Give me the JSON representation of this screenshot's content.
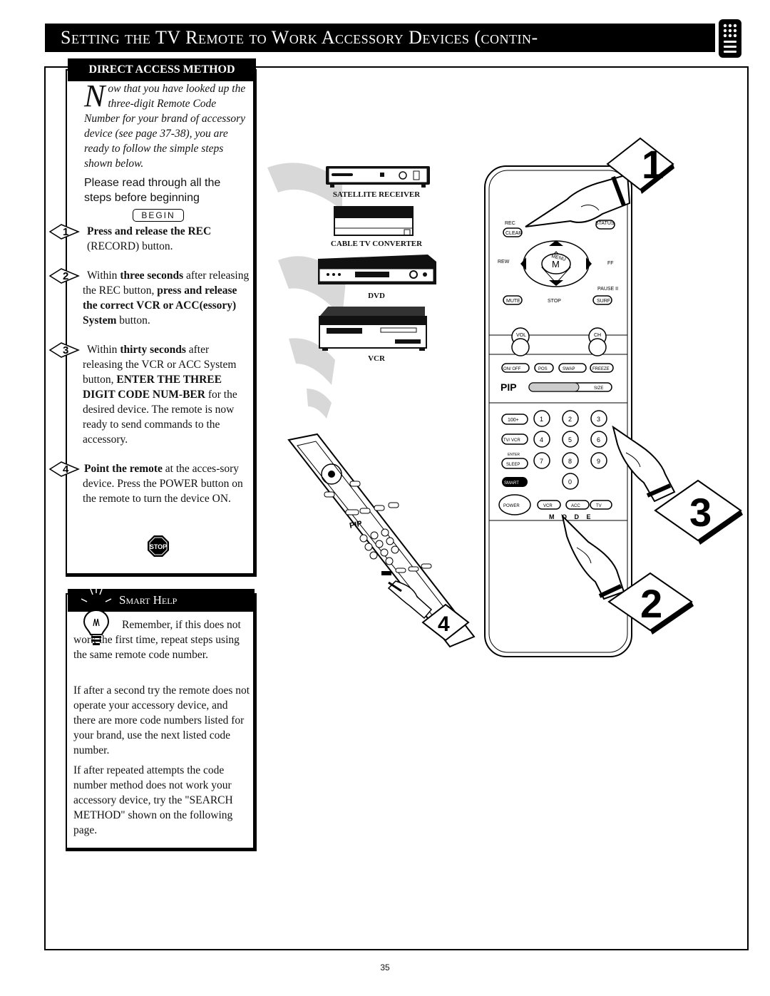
{
  "header": {
    "title": "Setting the TV Remote to Work Accessory Devices (contin-"
  },
  "direct_access": {
    "heading": "DIRECT ACCESS METHOD",
    "intro_cap": "N",
    "intro_rest": "ow that you have looked up the three-digit Remote Code Number for your brand of accessory device (see page 37-38), you are ready to follow the simple steps shown below.",
    "read_note": "Please read through all the steps before beginning",
    "begin_label": "BEGIN",
    "stop_label": "STOP"
  },
  "steps": [
    {
      "num": "1",
      "b1": "Press and release the REC",
      "t1": " (RECORD) button."
    },
    {
      "num": "2",
      "t0": "Within ",
      "b1": "three seconds",
      "t1": " after releasing the REC button, ",
      "b2": "press and release the correct VCR or ACC(essory) System",
      "t2": " button."
    },
    {
      "num": "3",
      "t0": "Within ",
      "b1": "thirty seconds",
      "t1": " after releasing the VCR or ACC System button, ",
      "b2": "ENTER THE THREE DIGIT CODE NUM-BER",
      "t2": " for the desired device. The remote is now ready to send commands to the accessory."
    },
    {
      "num": "4",
      "b1": "Point the remote",
      "t1": " at the acces-sory device. Press the POWER button on the remote to turn the device ON."
    }
  ],
  "smart_help": {
    "heading": "Smart Help",
    "p1": "Remember, if this does not work the first time, repeat steps using the same remote code number.",
    "p2": "If after a second try the remote does not operate your accessory device, and there are more code numbers listed for your brand, use the next listed code number.",
    "p3": "If after repeated attempts the code number method does not work your accessory device, try the \"SEARCH METHOD\" shown on the following page."
  },
  "devices": [
    "SATELLITE RECEIVER",
    "CABLE TV CONVERTER",
    "DVD",
    "VCR"
  ],
  "remote": {
    "rec": "REC",
    "clear": "CLEAR",
    "status": "STATUS",
    "menu": "MENU",
    "m": "M",
    "rew": "REW",
    "ff": "FF",
    "pause": "PAUSE II",
    "mute": "MUTE",
    "stop": "STOP",
    "surf": "SURF",
    "vol": "VOL",
    "ch": "CH",
    "on_off": "ON/ OFF",
    "pos": "POS",
    "swap": "SWAP",
    "freeze": "FREEZE",
    "pip": "PIP",
    "size": "SIZE",
    "hundred": "100+",
    "tv_vcr": "TV/ VCR",
    "enter": "ENTER",
    "sleep": "SLEEP",
    "smart": "SMART",
    "power": "POWER",
    "vcr": "VCR",
    "acc": "ACC",
    "tv": "TV",
    "mode": "M O D E",
    "digits": [
      "1",
      "2",
      "3",
      "4",
      "5",
      "6",
      "7",
      "8",
      "9",
      "0"
    ]
  },
  "callouts": [
    "1",
    "2",
    "3",
    "4"
  ],
  "page_number": "35"
}
